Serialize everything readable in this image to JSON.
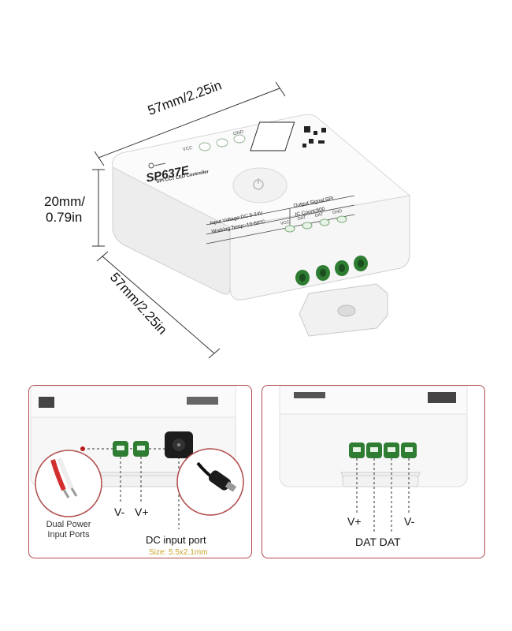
{
  "dimensions": {
    "width_label": "57mm/2.25in",
    "height_label_line1": "20mm/",
    "height_label_line2": "0.79in",
    "depth_label": "57mm/2.25in"
  },
  "device": {
    "model": "SP637E",
    "subtitle": "SPI CCT LED Controller",
    "spec_left_1": "Input Voltage:DC 5-24V",
    "spec_left_2": "Working Temp:-10-60°C",
    "spec_right_1": "Output Signal:SPI",
    "spec_right_2": "IC Count:600",
    "top_vcc": "VCC",
    "top_gnd": "GND",
    "front_vcc": "VCC",
    "front_dat1": "DAT",
    "front_dat2": "DAT",
    "front_gnd": "GND"
  },
  "left_panel": {
    "label_vminus": "V-",
    "label_vplus": "V+",
    "dual_power_line1": "Dual Power",
    "dual_power_line2": "Input Ports",
    "dc_port": "DC input port",
    "dc_size": "Size: 5.5x2.1mm"
  },
  "right_panel": {
    "label_vplus": "V+",
    "label_vminus": "V-",
    "label_dat_pair": "DAT DAT"
  },
  "colors": {
    "panel_border": "#b04a4a",
    "terminal_green": "#2e7d32",
    "dim_line": "#333333",
    "accent_gold": "#c9a227",
    "wire_red": "#d32f2f"
  }
}
